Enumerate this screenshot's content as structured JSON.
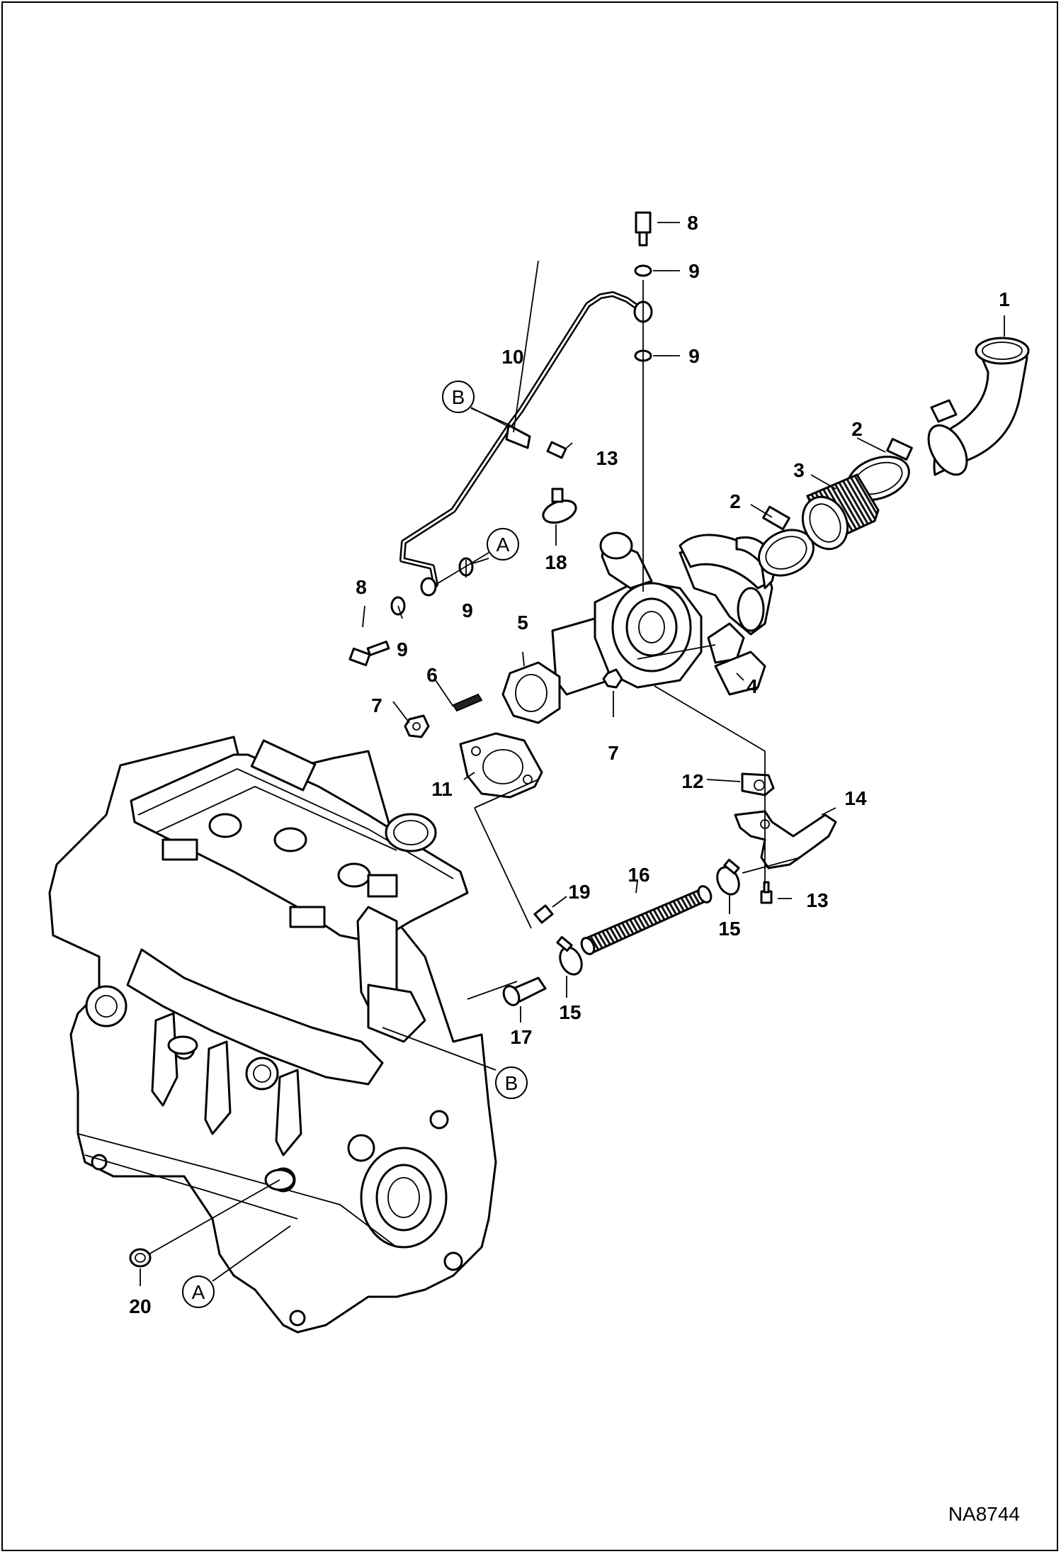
{
  "drawing_id": "NA8744",
  "part_labels": [
    "1",
    "2",
    "2",
    "3",
    "4",
    "5",
    "6",
    "7",
    "7",
    "8",
    "8",
    "9",
    "9",
    "9",
    "9",
    "10",
    "11",
    "12",
    "13",
    "13",
    "14",
    "15",
    "15",
    "16",
    "17",
    "18",
    "19",
    "20"
  ],
  "callouts": [
    "A",
    "A",
    "B",
    "B"
  ]
}
